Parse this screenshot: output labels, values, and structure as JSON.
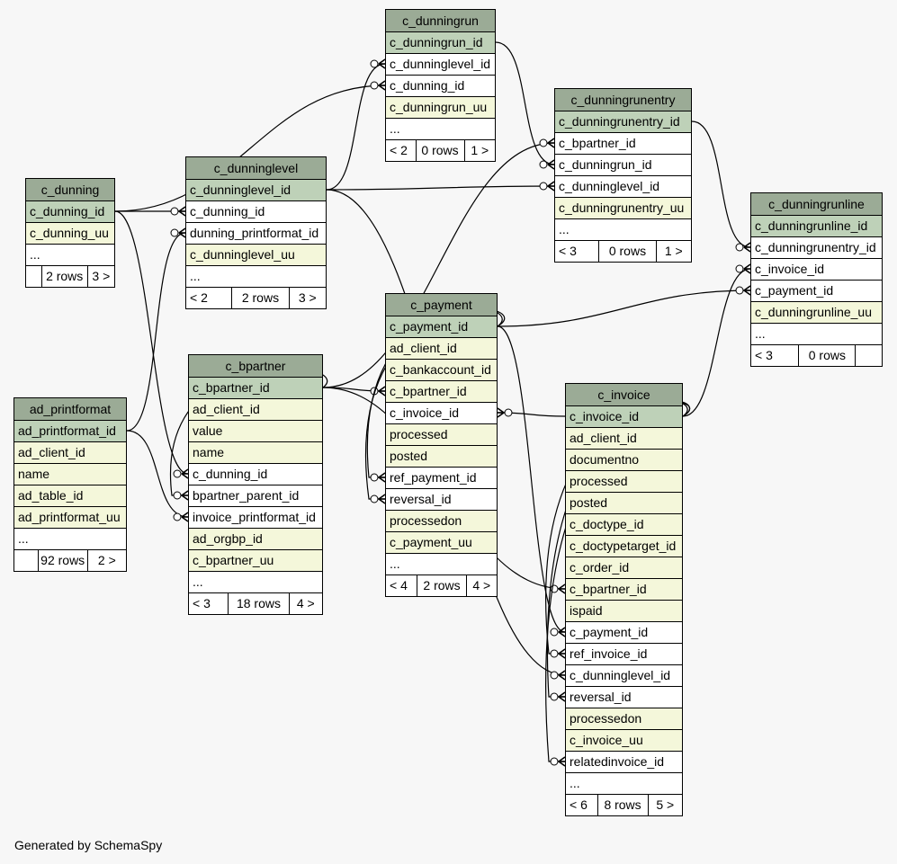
{
  "tables": [
    {
      "id": "c_dunningrun",
      "name": "c_dunningrun",
      "columns": [
        {
          "name": "c_dunningrun_id",
          "kind": "pk"
        },
        {
          "name": "c_dunninglevel_id",
          "kind": "fk"
        },
        {
          "name": "c_dunning_id",
          "kind": "fk"
        },
        {
          "name": "c_dunningrun_uu",
          "kind": "col"
        },
        {
          "name": "...",
          "kind": "more"
        }
      ],
      "footer": {
        "parents": "< 2",
        "rows": "0 rows",
        "children": "1 >"
      }
    },
    {
      "id": "c_dunningrunentry",
      "name": "c_dunningrunentry",
      "columns": [
        {
          "name": "c_dunningrunentry_id",
          "kind": "pk"
        },
        {
          "name": "c_bpartner_id",
          "kind": "fk"
        },
        {
          "name": "c_dunningrun_id",
          "kind": "fk"
        },
        {
          "name": "c_dunninglevel_id",
          "kind": "fk"
        },
        {
          "name": "c_dunningrunentry_uu",
          "kind": "col"
        },
        {
          "name": "...",
          "kind": "more"
        }
      ],
      "footer": {
        "parents": "< 3",
        "rows": "0 rows",
        "children": "1 >"
      }
    },
    {
      "id": "c_dunning",
      "name": "c_dunning",
      "columns": [
        {
          "name": "c_dunning_id",
          "kind": "pk"
        },
        {
          "name": "c_dunning_uu",
          "kind": "col"
        },
        {
          "name": "...",
          "kind": "more"
        }
      ],
      "footer": {
        "parents": "",
        "rows": "2 rows",
        "children": "3 >"
      }
    },
    {
      "id": "c_dunninglevel",
      "name": "c_dunninglevel",
      "columns": [
        {
          "name": "c_dunninglevel_id",
          "kind": "pk"
        },
        {
          "name": "c_dunning_id",
          "kind": "fk"
        },
        {
          "name": "dunning_printformat_id",
          "kind": "fk"
        },
        {
          "name": "c_dunninglevel_uu",
          "kind": "col"
        },
        {
          "name": "...",
          "kind": "more"
        }
      ],
      "footer": {
        "parents": "< 2",
        "rows": "2 rows",
        "children": "3 >"
      }
    },
    {
      "id": "c_dunningrunline",
      "name": "c_dunningrunline",
      "columns": [
        {
          "name": "c_dunningrunline_id",
          "kind": "pk"
        },
        {
          "name": "c_dunningrunentry_id",
          "kind": "fk"
        },
        {
          "name": "c_invoice_id",
          "kind": "fk"
        },
        {
          "name": "c_payment_id",
          "kind": "fk"
        },
        {
          "name": "c_dunningrunline_uu",
          "kind": "col"
        },
        {
          "name": "...",
          "kind": "more"
        }
      ],
      "footer": {
        "parents": "< 3",
        "rows": "0 rows",
        "children": ""
      }
    },
    {
      "id": "c_payment",
      "name": "c_payment",
      "columns": [
        {
          "name": "c_payment_id",
          "kind": "pk"
        },
        {
          "name": "ad_client_id",
          "kind": "col"
        },
        {
          "name": "c_bankaccount_id",
          "kind": "col"
        },
        {
          "name": "c_bpartner_id",
          "kind": "col"
        },
        {
          "name": "c_invoice_id",
          "kind": "fk"
        },
        {
          "name": "processed",
          "kind": "col"
        },
        {
          "name": "posted",
          "kind": "col"
        },
        {
          "name": "ref_payment_id",
          "kind": "fk"
        },
        {
          "name": "reversal_id",
          "kind": "fk"
        },
        {
          "name": "processedon",
          "kind": "col"
        },
        {
          "name": "c_payment_uu",
          "kind": "col"
        },
        {
          "name": "...",
          "kind": "more"
        }
      ],
      "footer": {
        "parents": "< 4",
        "rows": "2 rows",
        "children": "4 >"
      }
    },
    {
      "id": "c_bpartner",
      "name": "c_bpartner",
      "columns": [
        {
          "name": "c_bpartner_id",
          "kind": "pk"
        },
        {
          "name": "ad_client_id",
          "kind": "col"
        },
        {
          "name": "value",
          "kind": "col"
        },
        {
          "name": "name",
          "kind": "col"
        },
        {
          "name": "c_dunning_id",
          "kind": "fk"
        },
        {
          "name": "bpartner_parent_id",
          "kind": "fk"
        },
        {
          "name": "invoice_printformat_id",
          "kind": "fk"
        },
        {
          "name": "ad_orgbp_id",
          "kind": "col"
        },
        {
          "name": "c_bpartner_uu",
          "kind": "col"
        },
        {
          "name": "...",
          "kind": "more"
        }
      ],
      "footer": {
        "parents": "< 3",
        "rows": "18 rows",
        "children": "4 >"
      }
    },
    {
      "id": "ad_printformat",
      "name": "ad_printformat",
      "columns": [
        {
          "name": "ad_printformat_id",
          "kind": "pk"
        },
        {
          "name": "ad_client_id",
          "kind": "col"
        },
        {
          "name": "name",
          "kind": "col"
        },
        {
          "name": "ad_table_id",
          "kind": "col"
        },
        {
          "name": "ad_printformat_uu",
          "kind": "col"
        },
        {
          "name": "...",
          "kind": "more"
        }
      ],
      "footer": {
        "parents": "",
        "rows": "92 rows",
        "children": "2 >"
      }
    },
    {
      "id": "c_invoice",
      "name": "c_invoice",
      "columns": [
        {
          "name": "c_invoice_id",
          "kind": "pk"
        },
        {
          "name": "ad_client_id",
          "kind": "col"
        },
        {
          "name": "documentno",
          "kind": "col"
        },
        {
          "name": "processed",
          "kind": "col"
        },
        {
          "name": "posted",
          "kind": "col"
        },
        {
          "name": "c_doctype_id",
          "kind": "col"
        },
        {
          "name": "c_doctypetarget_id",
          "kind": "col"
        },
        {
          "name": "c_order_id",
          "kind": "col"
        },
        {
          "name": "c_bpartner_id",
          "kind": "col"
        },
        {
          "name": "ispaid",
          "kind": "col"
        },
        {
          "name": "c_payment_id",
          "kind": "fk"
        },
        {
          "name": "ref_invoice_id",
          "kind": "fk"
        },
        {
          "name": "c_dunninglevel_id",
          "kind": "fk"
        },
        {
          "name": "reversal_id",
          "kind": "fk"
        },
        {
          "name": "processedon",
          "kind": "col"
        },
        {
          "name": "c_invoice_uu",
          "kind": "col"
        },
        {
          "name": "relatedinvoice_id",
          "kind": "fk"
        },
        {
          "name": "...",
          "kind": "more"
        }
      ],
      "footer": {
        "parents": "< 6",
        "rows": "8 rows",
        "children": "5 >"
      }
    }
  ],
  "relationships": [
    {
      "from": "c_dunningrun.c_dunninglevel_id",
      "to": "c_dunninglevel.c_dunninglevel_id"
    },
    {
      "from": "c_dunningrun.c_dunning_id",
      "to": "c_dunning.c_dunning_id"
    },
    {
      "from": "c_dunningrunentry.c_bpartner_id",
      "to": "c_bpartner.c_bpartner_id"
    },
    {
      "from": "c_dunningrunentry.c_dunningrun_id",
      "to": "c_dunningrun.c_dunningrun_id"
    },
    {
      "from": "c_dunningrunentry.c_dunninglevel_id",
      "to": "c_dunninglevel.c_dunninglevel_id"
    },
    {
      "from": "c_dunninglevel.c_dunning_id",
      "to": "c_dunning.c_dunning_id"
    },
    {
      "from": "c_dunninglevel.dunning_printformat_id",
      "to": "ad_printformat.ad_printformat_id"
    },
    {
      "from": "c_dunningrunline.c_dunningrunentry_id",
      "to": "c_dunningrunentry.c_dunningrunentry_id"
    },
    {
      "from": "c_dunningrunline.c_invoice_id",
      "to": "c_invoice.c_invoice_id"
    },
    {
      "from": "c_dunningrunline.c_payment_id",
      "to": "c_payment.c_payment_id"
    },
    {
      "from": "c_payment.c_bpartner_id",
      "to": "c_bpartner.c_bpartner_id"
    },
    {
      "from": "c_payment.c_invoice_id",
      "to": "c_invoice.c_invoice_id"
    },
    {
      "from": "c_payment.ref_payment_id",
      "to": "c_payment.c_payment_id"
    },
    {
      "from": "c_payment.reversal_id",
      "to": "c_payment.c_payment_id"
    },
    {
      "from": "c_bpartner.c_dunning_id",
      "to": "c_dunning.c_dunning_id"
    },
    {
      "from": "c_bpartner.bpartner_parent_id",
      "to": "c_bpartner.c_bpartner_id"
    },
    {
      "from": "c_bpartner.invoice_printformat_id",
      "to": "ad_printformat.ad_printformat_id"
    },
    {
      "from": "c_invoice.c_bpartner_id",
      "to": "c_bpartner.c_bpartner_id"
    },
    {
      "from": "c_invoice.c_payment_id",
      "to": "c_payment.c_payment_id"
    },
    {
      "from": "c_invoice.ref_invoice_id",
      "to": "c_invoice.c_invoice_id"
    },
    {
      "from": "c_invoice.c_dunninglevel_id",
      "to": "c_dunninglevel.c_dunninglevel_id"
    },
    {
      "from": "c_invoice.reversal_id",
      "to": "c_invoice.c_invoice_id"
    },
    {
      "from": "c_invoice.relatedinvoice_id",
      "to": "c_invoice.c_invoice_id"
    }
  ],
  "colors": {
    "header": "#9bab96",
    "primary_key": "#bed1b8",
    "column": "#f4f7da",
    "foreign_key": "#ffffff",
    "background": "#f7f7f7"
  },
  "footer_text": "Generated by SchemaSpy"
}
